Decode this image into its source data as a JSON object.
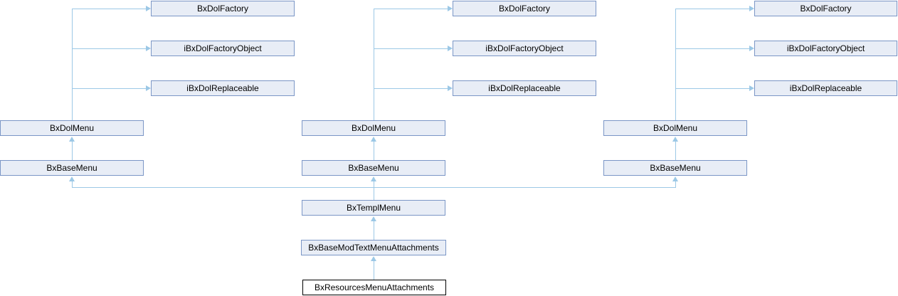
{
  "diagram": {
    "kind": "class-inheritance-graph",
    "node_labels": {
      "factory": "BxDolFactory",
      "factory_object": "iBxDolFactoryObject",
      "replaceable": "iBxDolReplaceable",
      "dol_menu": "BxDolMenu",
      "base_menu": "BxBaseMenu",
      "templ_menu": "BxTemplMenu",
      "base_mod_text_menu_attachments": "BxBaseModTextMenuAttachments",
      "resources_menu_attachments": "BxResourcesMenuAttachments"
    },
    "repeated_base_clusters": 3,
    "edges": [
      {
        "from": "BxDolMenu",
        "to": "BxDolFactory"
      },
      {
        "from": "BxDolMenu",
        "to": "iBxDolFactoryObject"
      },
      {
        "from": "BxDolMenu",
        "to": "iBxDolReplaceable"
      },
      {
        "from": "BxBaseMenu",
        "to": "BxDolMenu"
      },
      {
        "from": "BxTemplMenu",
        "to": "BxBaseMenu"
      },
      {
        "from": "BxBaseModTextMenuAttachments",
        "to": "BxTemplMenu"
      },
      {
        "from": "BxResourcesMenuAttachments",
        "to": "BxBaseModTextMenuAttachments"
      }
    ],
    "colors": {
      "node_fill": "#E8EDF6",
      "node_border": "#7B96C6",
      "edge_line": "#9CC8E6",
      "current_node_border": "#000000",
      "current_node_fill": "#FFFFFF",
      "text": "#000000"
    }
  }
}
